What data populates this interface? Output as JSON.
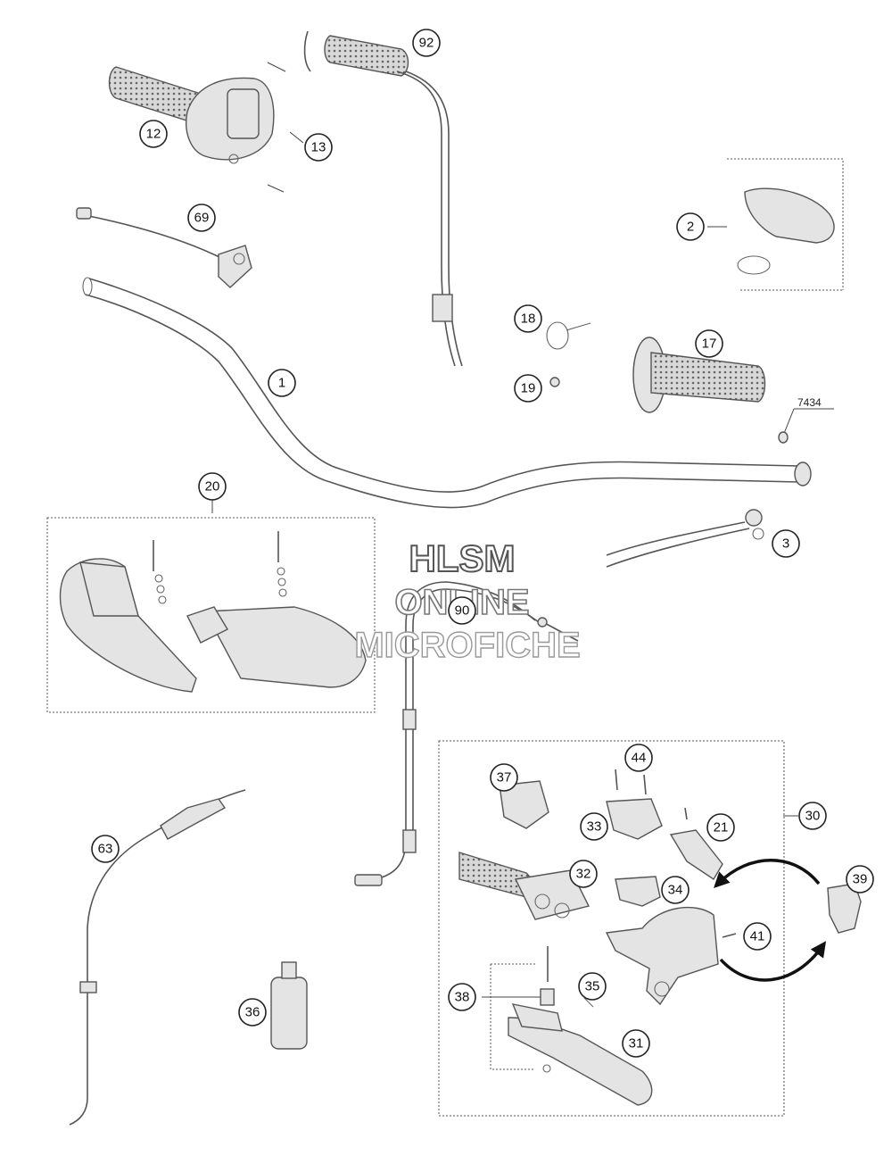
{
  "watermark": {
    "line1": "HLSM",
    "line2": "ONLINE",
    "line3": "MICROFICHE"
  },
  "reference_label": "7434",
  "callouts": [
    "92",
    "12",
    "13",
    "69",
    "2",
    "18",
    "17",
    "19",
    "1",
    "20",
    "3",
    "90",
    "37",
    "44",
    "30",
    "21",
    "33",
    "32",
    "34",
    "39",
    "63",
    "41",
    "38",
    "35",
    "36",
    "31"
  ]
}
